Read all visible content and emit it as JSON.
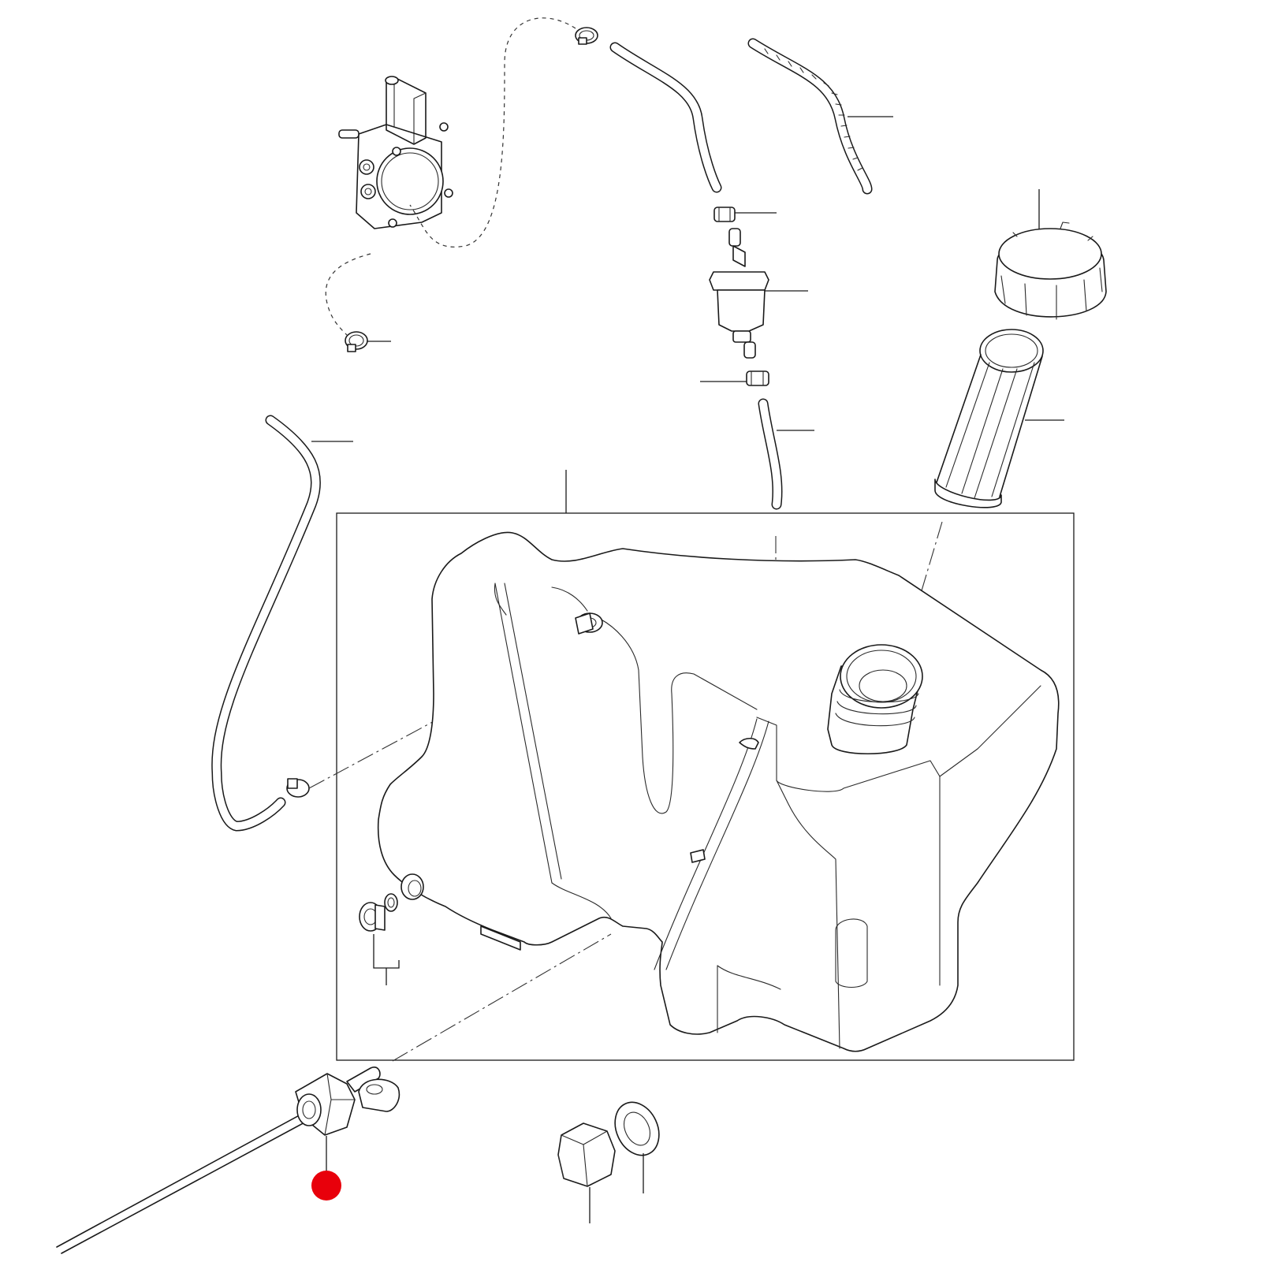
{
  "diagram": {
    "type": "exploded-parts-diagram",
    "accent_color": "#e8000b",
    "line_color": "#1a1a1a",
    "background": "#ffffff",
    "parts": [
      {
        "name": "fuel-pump",
        "icon": "pump-icon"
      },
      {
        "name": "hose-clamp-upper",
        "icon": "clamp-icon"
      },
      {
        "name": "hose-clamp-lower",
        "icon": "clamp-icon"
      },
      {
        "name": "fuel-hose-upper",
        "icon": "hose-icon"
      },
      {
        "name": "braided-hose",
        "icon": "hose-icon"
      },
      {
        "name": "fuel-filter",
        "icon": "filter-icon"
      },
      {
        "name": "fuel-hose-short",
        "icon": "hose-icon"
      },
      {
        "name": "tank-cap",
        "icon": "cap-icon"
      },
      {
        "name": "filler-strainer",
        "icon": "strainer-icon"
      },
      {
        "name": "vent-hose",
        "icon": "hose-icon"
      },
      {
        "name": "fuel-tank",
        "icon": "tank-icon"
      },
      {
        "name": "drain-plug-set",
        "icon": "plug-icon"
      },
      {
        "name": "fuel-pickup-assembly",
        "icon": "pickup-icon"
      },
      {
        "name": "hex-nut",
        "icon": "nut-icon"
      },
      {
        "name": "sealing-washer",
        "icon": "washer-icon"
      }
    ],
    "highlighted_callout": {
      "part": "fuel-pickup-assembly",
      "marker": "red-dot-icon"
    }
  }
}
